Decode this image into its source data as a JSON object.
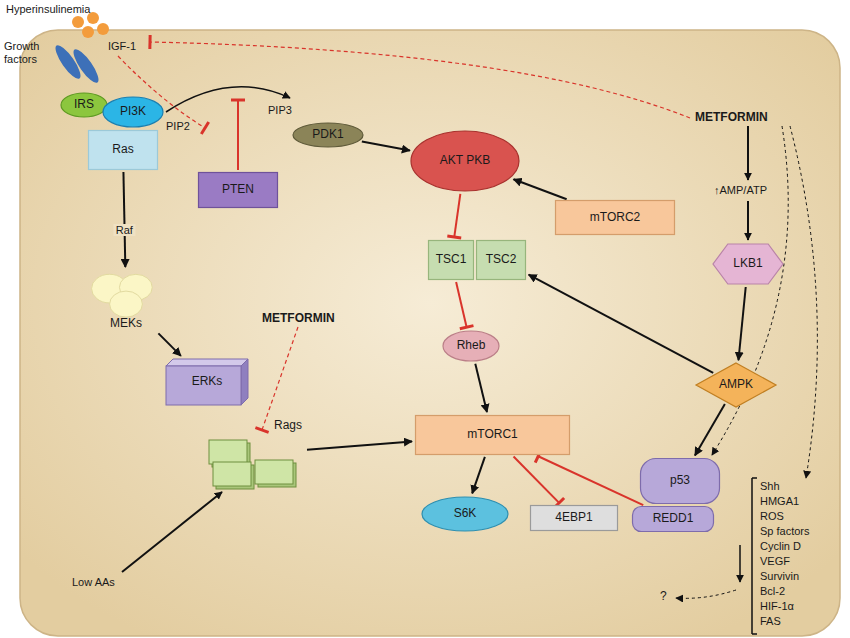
{
  "diagram": {
    "nodes": [
      {
        "text": [
          "IRS"
        ]
      },
      {
        "text": [
          "PI3K"
        ]
      },
      {
        "text": [
          "Ras"
        ]
      },
      {
        "text": [
          "PTEN"
        ]
      },
      {
        "text": [
          "PDK1"
        ]
      },
      {
        "text": [
          "AKT PKB"
        ]
      },
      {
        "text": [
          "MEKs"
        ]
      },
      {
        "text": [
          "mTORC2"
        ]
      },
      {
        "text": [
          "TSC1"
        ]
      },
      {
        "text": [
          "TSC2"
        ]
      },
      {
        "text": [
          "LKB1"
        ]
      },
      {
        "text": [
          "Rheb"
        ]
      },
      {
        "text": [
          "ERKs"
        ]
      },
      {
        "text": [
          "Rags"
        ]
      },
      {
        "text": [
          "mTORC1"
        ]
      },
      {
        "text": [
          "AMPK"
        ]
      },
      {
        "text": [
          "p53"
        ]
      },
      {
        "text": [
          "REDD1"
        ]
      },
      {
        "text": [
          "S6K"
        ]
      },
      {
        "text": [
          "4EBP1"
        ]
      }
    ],
    "edges": [
      {
        "from": 2,
        "to": 6,
        "label": "Raf",
        "arrow": "to"
      },
      {
        "from": 6,
        "to": 12,
        "arrow": "to"
      },
      {
        "from": 4,
        "to": 5,
        "arrow": "to"
      },
      {
        "from": 7,
        "to": 5,
        "arrow": "to"
      },
      {
        "from": 5,
        "to": 8,
        "arrow": "to"
      },
      {
        "from": 8,
        "to": 11,
        "arrow": "to"
      },
      {
        "from": 15,
        "to": 9,
        "arrow": "to"
      },
      {
        "from": 10,
        "to": 15,
        "arrow": "to"
      },
      {
        "from": 11,
        "to": 14,
        "arrow": "to"
      },
      {
        "from": 13,
        "to": 14,
        "arrow": "to"
      },
      {
        "from": 15,
        "to": 16,
        "arrow": "to"
      },
      {
        "from": 17,
        "to": 14,
        "arrow": "to"
      },
      {
        "from": 14,
        "to": 18,
        "arrow": "to"
      },
      {
        "from": 14,
        "to": 19,
        "arrow": "to"
      }
    ],
    "labels": [
      "Hyperinsulinemia",
      "Growth factors",
      "IGF-1",
      "PIP2",
      "PIP3",
      "METFORMIN",
      "↑AMP/ATP",
      "METFORMIN",
      "Low AAs",
      "Shh",
      "HMGA1",
      "ROS",
      "Sp factors",
      "Cyclin D",
      "VEGF",
      "Survivin",
      "Bcl-2",
      "HIF-1α",
      "FAS",
      "?"
    ]
  }
}
